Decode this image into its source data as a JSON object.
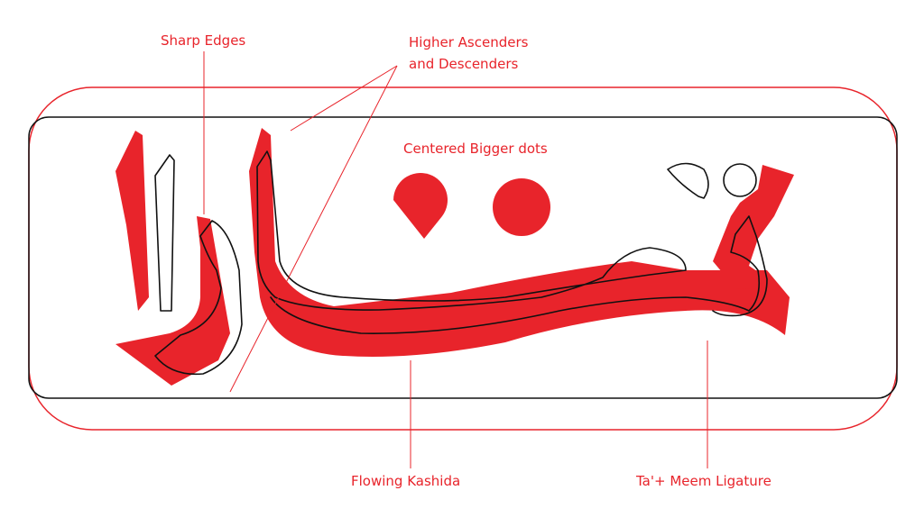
{
  "colors": {
    "accent": "#e8242b",
    "outline": "#111111",
    "background": "#ffffff"
  },
  "annotations": {
    "sharp_edges": "Sharp Edges",
    "ascenders_line1": "Higher Ascenders",
    "ascenders_line2": "and Descenders",
    "bigger_dots": "Centered Bigger dots",
    "kashida": "Flowing Kashida",
    "ligature": "Ta'+ Meem Ligature"
  }
}
